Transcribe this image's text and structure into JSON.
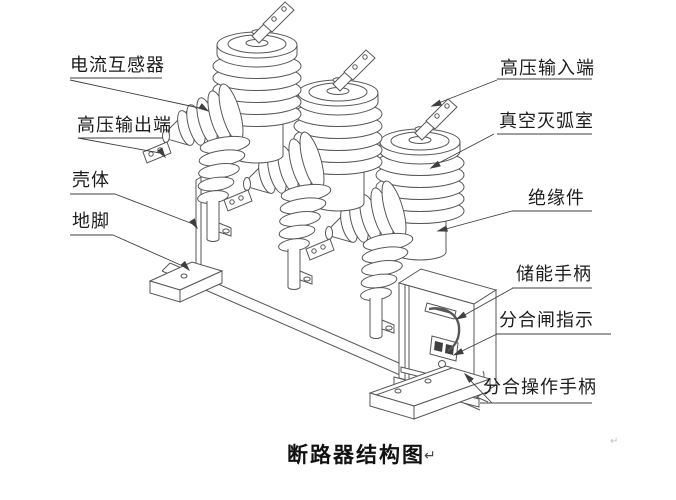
{
  "figure": {
    "caption": "断路器结构图",
    "caption_return_mark": "↵",
    "stray_mark": "↵"
  },
  "labels": {
    "left": [
      {
        "id": "current-transformer",
        "text": "电流互感器"
      },
      {
        "id": "hv-output-terminal",
        "text": "高压输出端"
      },
      {
        "id": "shell-housing",
        "text": "壳体"
      },
      {
        "id": "anchor-foot",
        "text": "地脚"
      }
    ],
    "right": [
      {
        "id": "hv-input-terminal",
        "text": "高压输入端"
      },
      {
        "id": "vacuum-interrupter",
        "text": "真空灭弧室"
      },
      {
        "id": "insulator-part",
        "text": "绝缘件"
      },
      {
        "id": "energy-storage-handle",
        "text": "储能手柄"
      },
      {
        "id": "open-close-indicator",
        "text": "分合闸指示"
      },
      {
        "id": "open-close-operating-handle",
        "text": "分合操作手柄"
      }
    ]
  },
  "colors": {
    "line": "#575757",
    "label_text": "#1c1c1c",
    "caption_text": "#111111"
  }
}
